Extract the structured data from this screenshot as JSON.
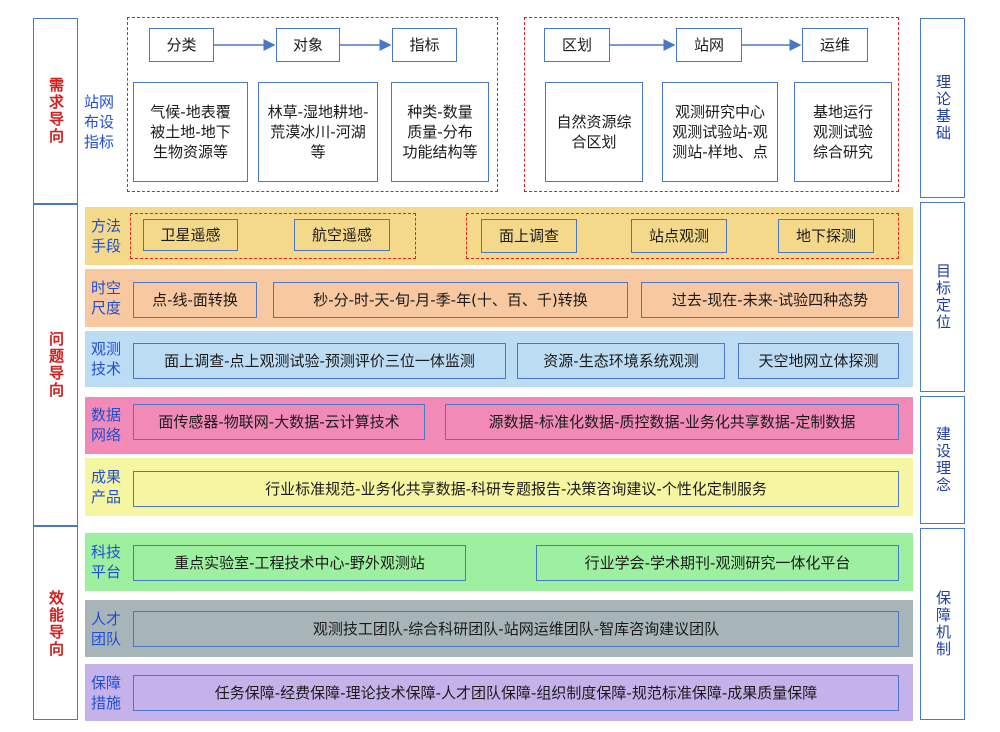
{
  "left_axis": {
    "demand": "需求导向",
    "problem": "问题导向",
    "efficiency": "效能导向"
  },
  "right_axis": {
    "theory": "理论基础",
    "target": "目标定位",
    "concept": "建设理念",
    "guarantee": "保障机制"
  },
  "station_index": {
    "label": "站网布设指标",
    "left_flow": [
      "分类",
      "对象",
      "指标"
    ],
    "left_details": [
      "气候-地表覆被土地-地下生物资源等",
      "林草-湿地耕地-荒漠冰川-河湖等",
      "种类-数量质量-分布功能结构等"
    ],
    "right_flow": [
      "区划",
      "站网",
      "运维"
    ],
    "right_details": [
      "自然资源综合区划",
      "观测研究中心观测试验站-观测站-样地、点",
      "基地运行观测试验综合研究"
    ]
  },
  "rows": {
    "method": {
      "label": "方法手段",
      "items": [
        "卫星遥感",
        "航空遥感",
        "面上调查",
        "站点观测",
        "地下探测"
      ]
    },
    "spacetime": {
      "label": "时空尺度",
      "items": [
        "点-线-面转换",
        "秒-分-时-天-旬-月-季-年(十、百、千)转换",
        "过去-现在-未来-试验四种态势"
      ]
    },
    "observation": {
      "label": "观测技术",
      "items": [
        "面上调查-点上观测试验-预测评价三位一体监测",
        "资源-生态环境系统观测",
        "天空地网立体探测"
      ]
    },
    "data": {
      "label": "数据网络",
      "items": [
        "面传感器-物联网-大数据-云计算技术",
        "源数据-标准化数据-质控数据-业务化共享数据-定制数据"
      ]
    },
    "product": {
      "label": "成果产品",
      "items": [
        "行业标准规范-业务化共享数据-科研专题报告-决策咨询建议-个性化定制服务"
      ]
    },
    "platform": {
      "label": "科技平台",
      "items": [
        "重点实验室-工程技术中心-野外观测站",
        "行业学会-学术期刊-观测研究一体化平台"
      ]
    },
    "talent": {
      "label": "人才团队",
      "items": [
        "观测技工团队-综合科研团队-站网运维团队-智库咨询建议团队"
      ]
    },
    "support": {
      "label": "保障措施",
      "items": [
        "任务保障-经费保障-理论技术保障-人才团队保障-组织制度保障-规范标准保障-成果质量保障"
      ]
    }
  },
  "colors": {
    "method": "#f5d98a",
    "spacetime": "#f8c9a0",
    "observation": "#bcdcf4",
    "data": "#f28ab8",
    "product": "#f6f6a2",
    "platform": "#9df0a0",
    "talent": "#a7b4b8",
    "support": "#c6b2ea",
    "border": "#4a78c8",
    "dashed": "#e02020"
  }
}
